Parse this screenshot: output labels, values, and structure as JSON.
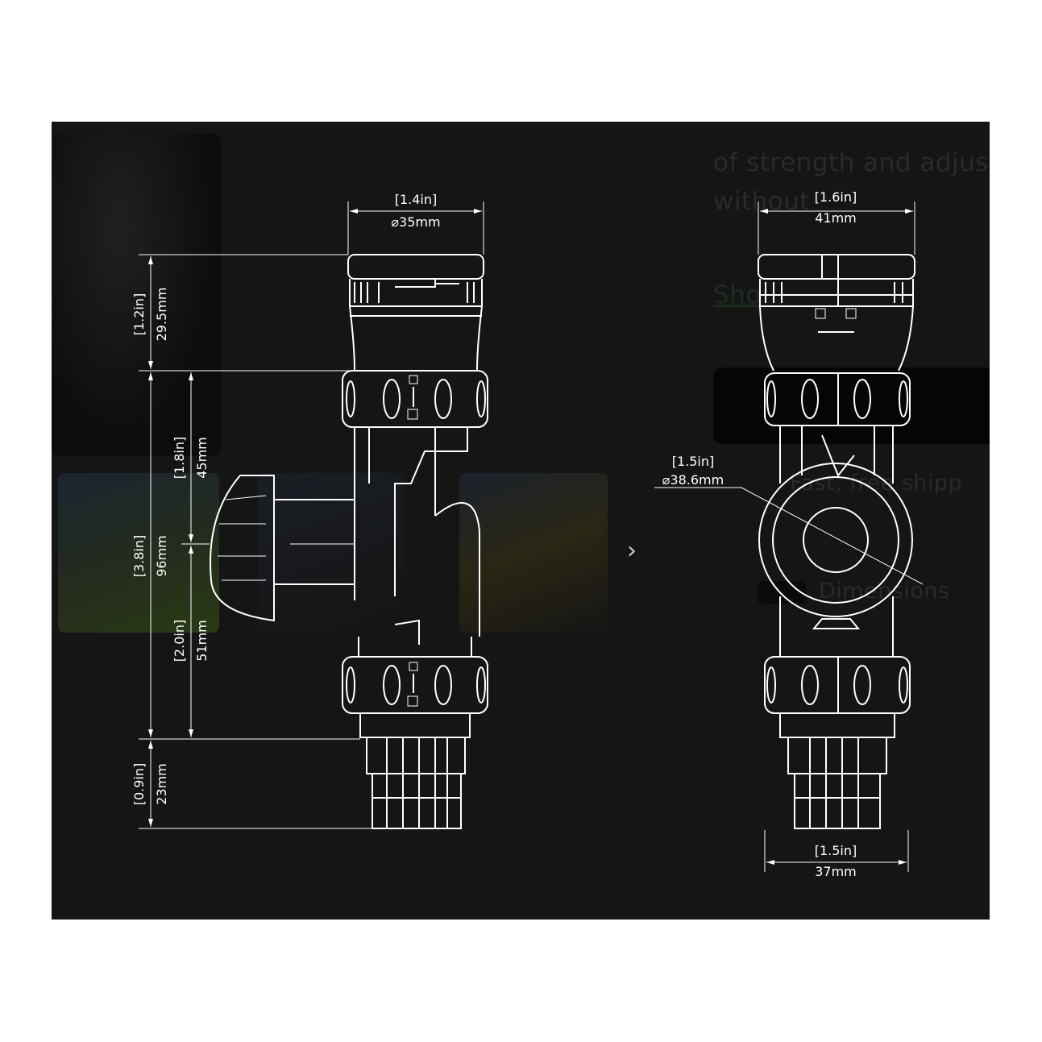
{
  "background_page": {
    "description_line_1": "of strength and adjusta",
    "description_line_2": "without",
    "link_label": "Sho",
    "shipping_label": "Fast, free shipp",
    "dimensions_label": "Dimensions",
    "carousel_next": "›"
  },
  "dimensions": {
    "left_view": {
      "top_width_in": "[1.4in]",
      "top_width_mm": "⌀35mm",
      "cap_height_in": "[1.2in]",
      "cap_height_mm": "29.5mm",
      "total_height_in": "[3.8in]",
      "total_height_mm": "96mm",
      "upper_half_in": "[1.8in]",
      "upper_half_mm": "45mm",
      "lower_half_in": "[2.0in]",
      "lower_half_mm": "51mm",
      "thread_height_in": "[0.9in]",
      "thread_height_mm": "23mm"
    },
    "right_view": {
      "top_width_in": "[1.6in]",
      "top_width_mm": "41mm",
      "ball_diameter_in": "[1.5in]",
      "ball_diameter_mm": "⌀38.6mm",
      "bottom_width_in": "[1.5in]",
      "bottom_width_mm": "37mm"
    }
  },
  "colors": {
    "background": "#151515",
    "lines": "#ffffff"
  }
}
